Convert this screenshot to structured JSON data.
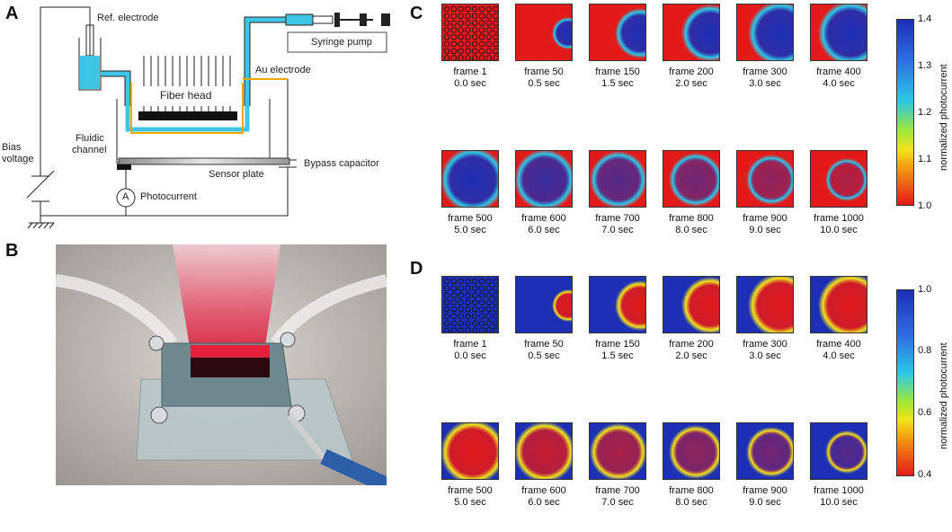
{
  "panels": {
    "a": "A",
    "b": "B",
    "c": "C",
    "d": "D"
  },
  "diagram": {
    "ref_electrode": "Ref. electrode",
    "syringe_pump": "Syringe pump",
    "au_electrode": "Au electrode",
    "fiber_head": "Fiber head",
    "bias_voltage_1": "Bias",
    "bias_voltage_2": "voltage",
    "fluidic_channel_1": "Fluidic",
    "fluidic_channel_2": "channel",
    "sensor_plate": "Sensor plate",
    "bypass_capacitor": "Bypass capacitor",
    "ammeter": "A",
    "photocurrent": "Photocurrent"
  },
  "frames_row1": [
    {
      "frame": "frame 1",
      "time": "0.0 sec"
    },
    {
      "frame": "frame 50",
      "time": "0.5 sec"
    },
    {
      "frame": "frame 150",
      "time": "1.5 sec"
    },
    {
      "frame": "frame 200",
      "time": "2.0 sec"
    },
    {
      "frame": "frame 300",
      "time": "3.0 sec"
    },
    {
      "frame": "frame 400",
      "time": "4.0 sec"
    }
  ],
  "frames_row2": [
    {
      "frame": "frame 500",
      "time": "5.0 sec"
    },
    {
      "frame": "frame 600",
      "time": "6.0 sec"
    },
    {
      "frame": "frame 700",
      "time": "7.0 sec"
    },
    {
      "frame": "frame 800",
      "time": "8.0 sec"
    },
    {
      "frame": "frame 900",
      "time": "9.0 sec"
    },
    {
      "frame": "frame 1000",
      "time": "10.0 sec"
    }
  ],
  "colorbar_c": {
    "max": "1.4",
    "t13": "1.3",
    "t12": "1.2",
    "t11": "1.1",
    "min": "1.0",
    "label": "normalized photocurrent"
  },
  "colorbar_d": {
    "max": "1.0",
    "t08": "0.8",
    "t06": "0.6",
    "min": "0.4",
    "label": "normalized photocurrent"
  },
  "colors": {
    "red": "#e21a1a",
    "blue": "#1c2fb5",
    "cyan": "#2ec8e6",
    "gold": "#f2a800"
  }
}
